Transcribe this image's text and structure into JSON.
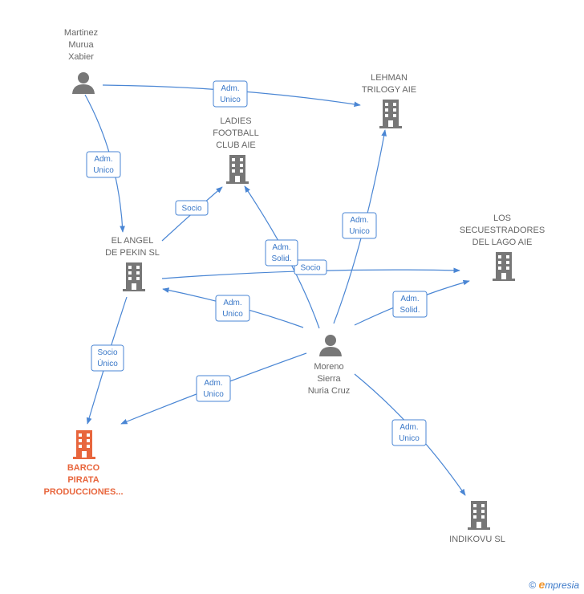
{
  "nodes": [
    {
      "id": "martinez",
      "kind": "person",
      "label": [
        "Martinez",
        "Murua",
        "Xabier"
      ]
    },
    {
      "id": "lehman",
      "kind": "company",
      "label": [
        "LEHMAN",
        "TRILOGY AIE"
      ]
    },
    {
      "id": "ladies",
      "kind": "company",
      "label": [
        "LADIES",
        "FOOTBALL",
        "CLUB AIE"
      ]
    },
    {
      "id": "angel",
      "kind": "company",
      "label": [
        "EL ANGEL",
        "DE PEKIN SL"
      ]
    },
    {
      "id": "secuestradores",
      "kind": "company",
      "label": [
        "LOS",
        "SECUESTRADORES",
        "DEL LAGO AIE"
      ]
    },
    {
      "id": "moreno",
      "kind": "person",
      "label": [
        "Moreno",
        "Sierra",
        "Nuria Cruz"
      ]
    },
    {
      "id": "barco",
      "kind": "company",
      "focus": true,
      "label": [
        "BARCO",
        "PIRATA",
        "PRODUCCIONES..."
      ]
    },
    {
      "id": "indikovu",
      "kind": "company",
      "label": [
        "INDIKOVU  SL"
      ]
    }
  ],
  "edges": [
    {
      "from": "martinez",
      "to": "lehman",
      "label": [
        "Adm.",
        "Unico"
      ]
    },
    {
      "from": "martinez",
      "to": "angel",
      "label": [
        "Adm.",
        "Unico"
      ]
    },
    {
      "from": "angel",
      "to": "ladies",
      "label": [
        "Socio"
      ]
    },
    {
      "from": "angel",
      "to": "secuestradores",
      "label": [
        "Socio"
      ]
    },
    {
      "from": "angel",
      "to": "barco",
      "label": [
        "Socio",
        "Único"
      ]
    },
    {
      "from": "moreno",
      "to": "ladies",
      "label": [
        "Adm.",
        "Solid."
      ]
    },
    {
      "from": "moreno",
      "to": "lehman",
      "label": [
        "Adm.",
        "Unico"
      ]
    },
    {
      "from": "moreno",
      "to": "secuestradores",
      "label": [
        "Adm.",
        "Solid."
      ]
    },
    {
      "from": "moreno",
      "to": "angel",
      "label": [
        "Adm.",
        "Unico"
      ]
    },
    {
      "from": "moreno",
      "to": "barco",
      "label": [
        "Adm.",
        "Unico"
      ]
    },
    {
      "from": "moreno",
      "to": "indikovu",
      "label": [
        "Adm.",
        "Unico"
      ]
    }
  ],
  "colors": {
    "edge": "#4a86d4",
    "node": "#777777",
    "focus": "#e8663d"
  },
  "footer": {
    "copyright": "©",
    "brand_initial": "e",
    "brand_rest": "mpresia"
  }
}
